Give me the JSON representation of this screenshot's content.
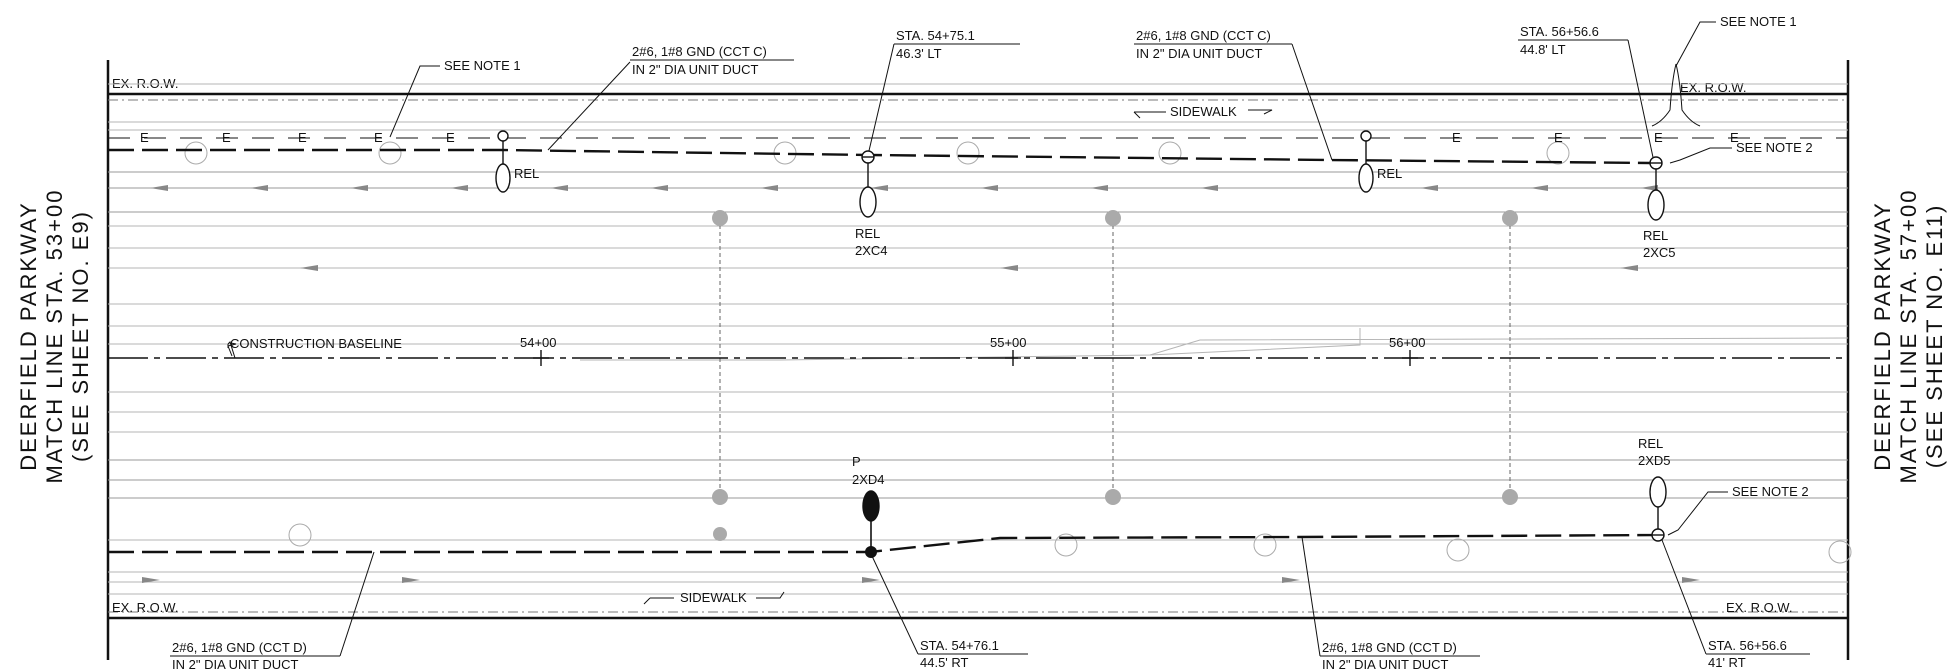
{
  "match_lines": {
    "left": {
      "line1": "DEERFIELD PARKWAY",
      "line2": "MATCH LINE STA. 53+00",
      "line3": "(SEE SHEET NO. E9)"
    },
    "right": {
      "line1": "DEERFIELD PARKWAY",
      "line2": "MATCH LINE STA. 57+00",
      "line3": "(SEE SHEET NO. E11)"
    }
  },
  "row_labels": {
    "top_left": "EX. R.O.W.",
    "top_right": "EX. R.O.W.",
    "bottom_left": "EX. R.O.W.",
    "bottom_right": "EX. R.O.W."
  },
  "electric_marks": [
    "E",
    "E",
    "E",
    "E",
    "E",
    "E",
    "E",
    "E",
    "E"
  ],
  "notes": {
    "see_note_1_left": "SEE NOTE 1",
    "see_note_1_right": "SEE NOTE 1",
    "see_note_2_top": "SEE NOTE 2",
    "see_note_2_bottom": "SEE NOTE 2"
  },
  "ducts": {
    "top_left": {
      "line1": "2#6, 1#8 GND (CCT C)",
      "line2": "IN 2\" DIA UNIT DUCT"
    },
    "top_right": {
      "line1": "2#6, 1#8 GND (CCT C)",
      "line2": "IN 2\" DIA UNIT DUCT"
    },
    "bottom_left": {
      "line1": "2#6, 1#8 GND (CCT D)",
      "line2": "IN 2\" DIA UNIT DUCT"
    },
    "bottom_right": {
      "line1": "2#6, 1#8 GND (CCT D)",
      "line2": "IN 2\" DIA UNIT DUCT"
    }
  },
  "stations": {
    "top_mid": {
      "sta": "STA. 54+75.1",
      "offset": "46.3' LT"
    },
    "top_right": {
      "sta": "STA. 56+56.6",
      "offset": "44.8' LT"
    },
    "bottom_mid": {
      "sta": "STA. 54+76.1",
      "offset": "44.5' RT"
    },
    "bottom_right": {
      "sta": "STA. 56+56.6",
      "offset": "41' RT"
    }
  },
  "sidewalks": {
    "top": "SIDEWALK",
    "bottom": "SIDEWALK"
  },
  "baseline": {
    "label": "CONSTRUCTION BASELINE",
    "ticks": [
      "54+00",
      "55+00",
      "56+00"
    ]
  },
  "poles": {
    "rel_top_left": "REL",
    "rel_top_right": "REL",
    "pole_2xc4": {
      "status": "REL",
      "id": "2XC4"
    },
    "pole_2xc5": {
      "status": "REL",
      "id": "2XC5"
    },
    "pole_2xd4": {
      "status": "P",
      "id": "2XD4"
    },
    "pole_2xd5": {
      "status": "REL",
      "id": "2XD5"
    }
  }
}
